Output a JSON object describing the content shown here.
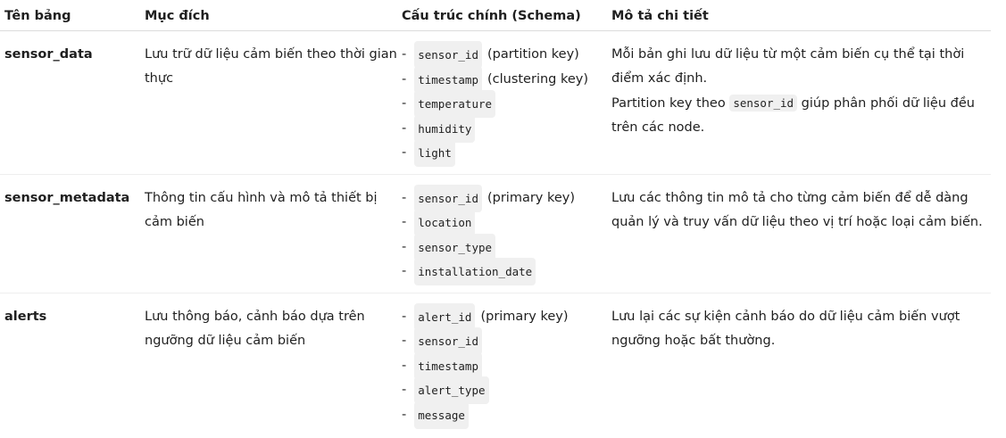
{
  "headers": [
    "Tên bảng",
    "Mục đích",
    "Cấu trúc chính (Schema)",
    "Mô tả chi tiết"
  ],
  "rows": [
    {
      "name": "sensor_data",
      "purpose": "Lưu trữ dữ liệu cảm biến theo thời gian thực",
      "schema": [
        {
          "field": "sensor_id",
          "note": "(partition key)"
        },
        {
          "field": "timestamp",
          "note": "(clustering key)"
        },
        {
          "field": "temperature",
          "note": ""
        },
        {
          "field": "humidity",
          "note": ""
        },
        {
          "field": "light",
          "note": ""
        }
      ],
      "desc_p1": "Mỗi bản ghi lưu dữ liệu từ một cảm biến cụ thể tại thời điểm xác định.",
      "desc_p2_pre": "Partition key theo",
      "desc_p2_code": "sensor_id",
      "desc_p2_post": "giúp phân phối dữ liệu đều trên các node."
    },
    {
      "name": "sensor_metadata",
      "purpose": "Thông tin cấu hình và mô tả thiết bị cảm biến",
      "schema": [
        {
          "field": "sensor_id",
          "note": "(primary key)"
        },
        {
          "field": "location",
          "note": ""
        },
        {
          "field": "sensor_type",
          "note": ""
        },
        {
          "field": "installation_date",
          "note": ""
        }
      ],
      "desc_p1": "Lưu các thông tin mô tả cho từng cảm biến để dễ dàng quản lý và truy vấn dữ liệu theo vị trí hoặc loại cảm biến."
    },
    {
      "name": "alerts",
      "purpose": "Lưu thông báo, cảnh báo dựa trên ngưỡng dữ liệu cảm biến",
      "schema": [
        {
          "field": "alert_id",
          "note": "(primary key)"
        },
        {
          "field": "sensor_id",
          "note": ""
        },
        {
          "field": "timestamp",
          "note": ""
        },
        {
          "field": "alert_type",
          "note": ""
        },
        {
          "field": "message",
          "note": ""
        }
      ],
      "desc_p1": "Lưu lại các sự kiện cảnh báo do dữ liệu cảm biến vượt ngưỡng hoặc bất thường."
    }
  ]
}
